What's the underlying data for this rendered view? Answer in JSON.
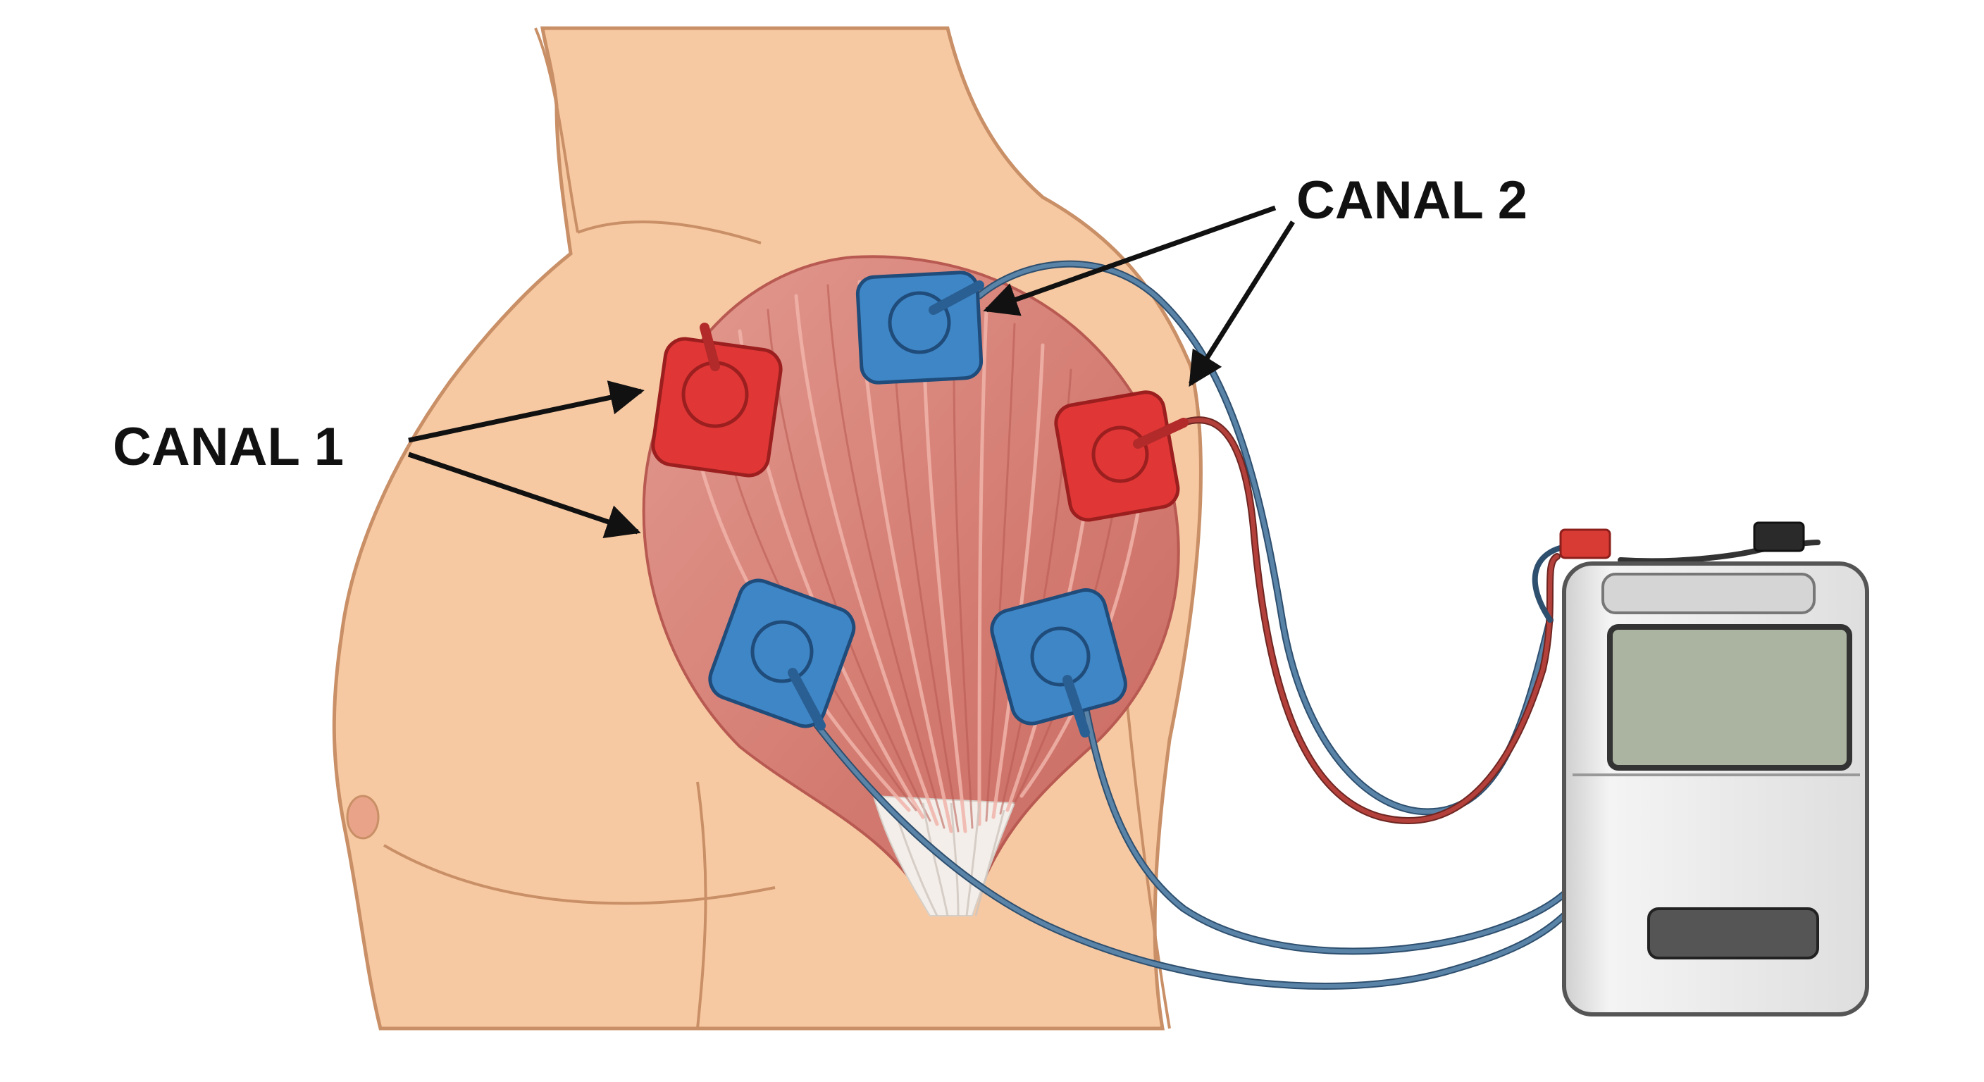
{
  "labels": {
    "channel_1": "CANAL 1",
    "channel_2": "CANAL 2"
  },
  "colors": {
    "skin": "#f7c9a2",
    "skin_outline": "#c98f66",
    "muscle": "#d9837a",
    "muscle_line": "#b85a52",
    "electrode_red": "#e03636",
    "electrode_blue": "#3f86c6",
    "wire_red": "#b3403a",
    "wire_blue": "#5a83a8",
    "device_body": "#e8e8e8",
    "device_screen": "#aab4a0",
    "arrow": "#111111"
  },
  "electrodes": [
    {
      "id": "red-left-upper",
      "color": "red"
    },
    {
      "id": "blue-top",
      "color": "blue"
    },
    {
      "id": "red-right",
      "color": "red"
    },
    {
      "id": "blue-lower-left",
      "color": "blue"
    },
    {
      "id": "blue-lower-right",
      "color": "blue"
    }
  ],
  "device": {
    "icon": "tens-unit-icon"
  }
}
